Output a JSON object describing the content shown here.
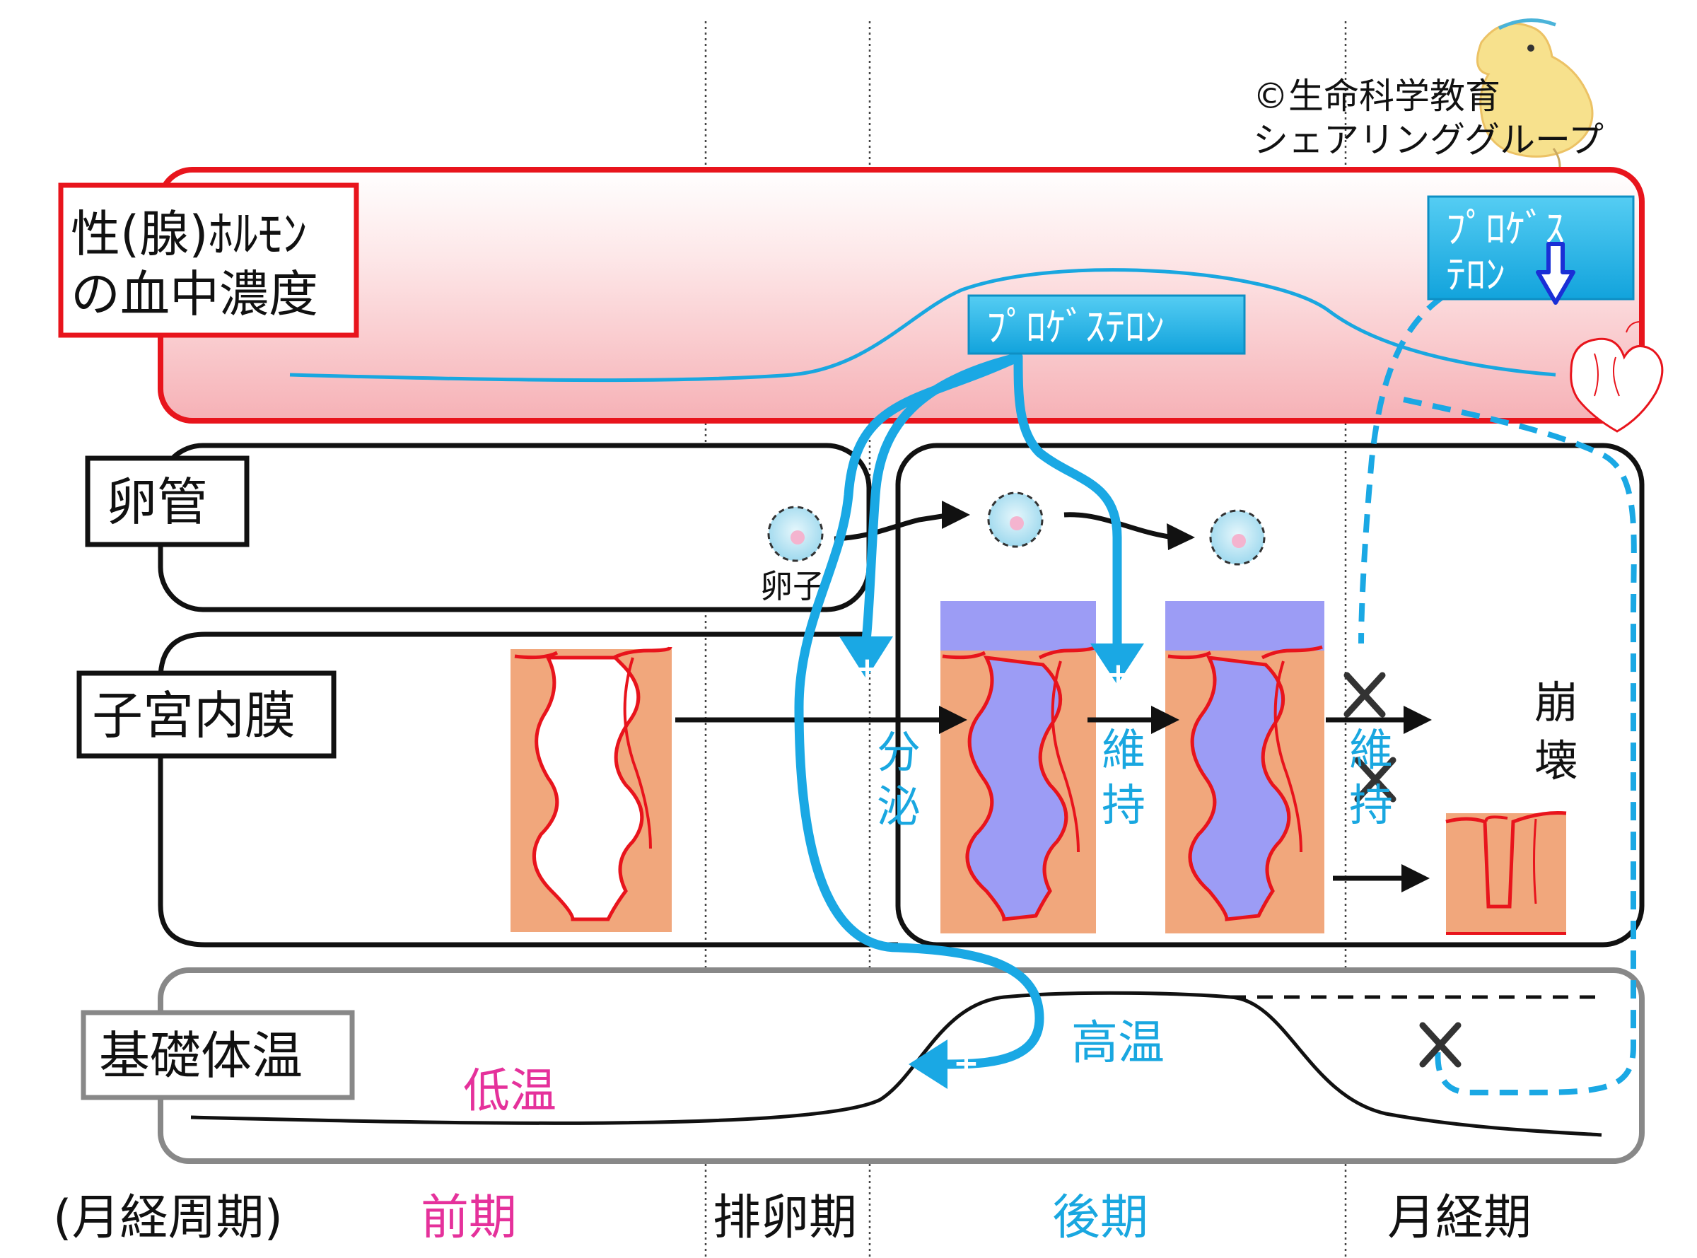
{
  "copyright": {
    "line1": "©生命科学教育",
    "line2": "シェアリンググループ"
  },
  "rows": {
    "hormone": {
      "line1": "性(腺)ﾎﾙﾓﾝ",
      "line2": "の血中濃度"
    },
    "oviduct": {
      "label": "卵管"
    },
    "endometrium": {
      "label": "子宮内膜"
    },
    "bbt": {
      "label": "基礎体温"
    }
  },
  "tags": {
    "progesterone_main": "ﾌﾟﾛｹﾞｽﾃﾛﾝ",
    "progesterone_drop_line1": "ﾌﾟﾛｹﾞｽ",
    "progesterone_drop_line2": "ﾃﾛﾝ"
  },
  "annotations": {
    "egg": "卵子",
    "secretion_1": "分",
    "secretion_2": "泌",
    "maintain_1": "維",
    "maintain_2": "持",
    "maintain_x_1": "維",
    "maintain_x_2": "持",
    "collapse_1": "崩",
    "collapse_2": "壊",
    "high_temp": "高温",
    "low_temp": "低温",
    "plus": "+"
  },
  "phases": {
    "cycle": "(月経周期)",
    "early": "前期",
    "ovulation": "排卵期",
    "late": "後期",
    "menstrual": "月経期"
  },
  "colors": {
    "hormone_border": "#e8141c",
    "hormone_fill_top": "#ffffff",
    "hormone_fill_bottom": "#f7b8bc",
    "curve_blue": "#19a7e0",
    "arrow_blue": "#1aa8e4",
    "tag_fill": "#1fb1e6",
    "black": "#111111",
    "grey_border": "#888888",
    "tissue": "#f1a77c",
    "vessel": "#e8141c",
    "secretion": "#9c9cf5",
    "pink": "#e5319b",
    "egg_fill": "#b8e4f3"
  }
}
